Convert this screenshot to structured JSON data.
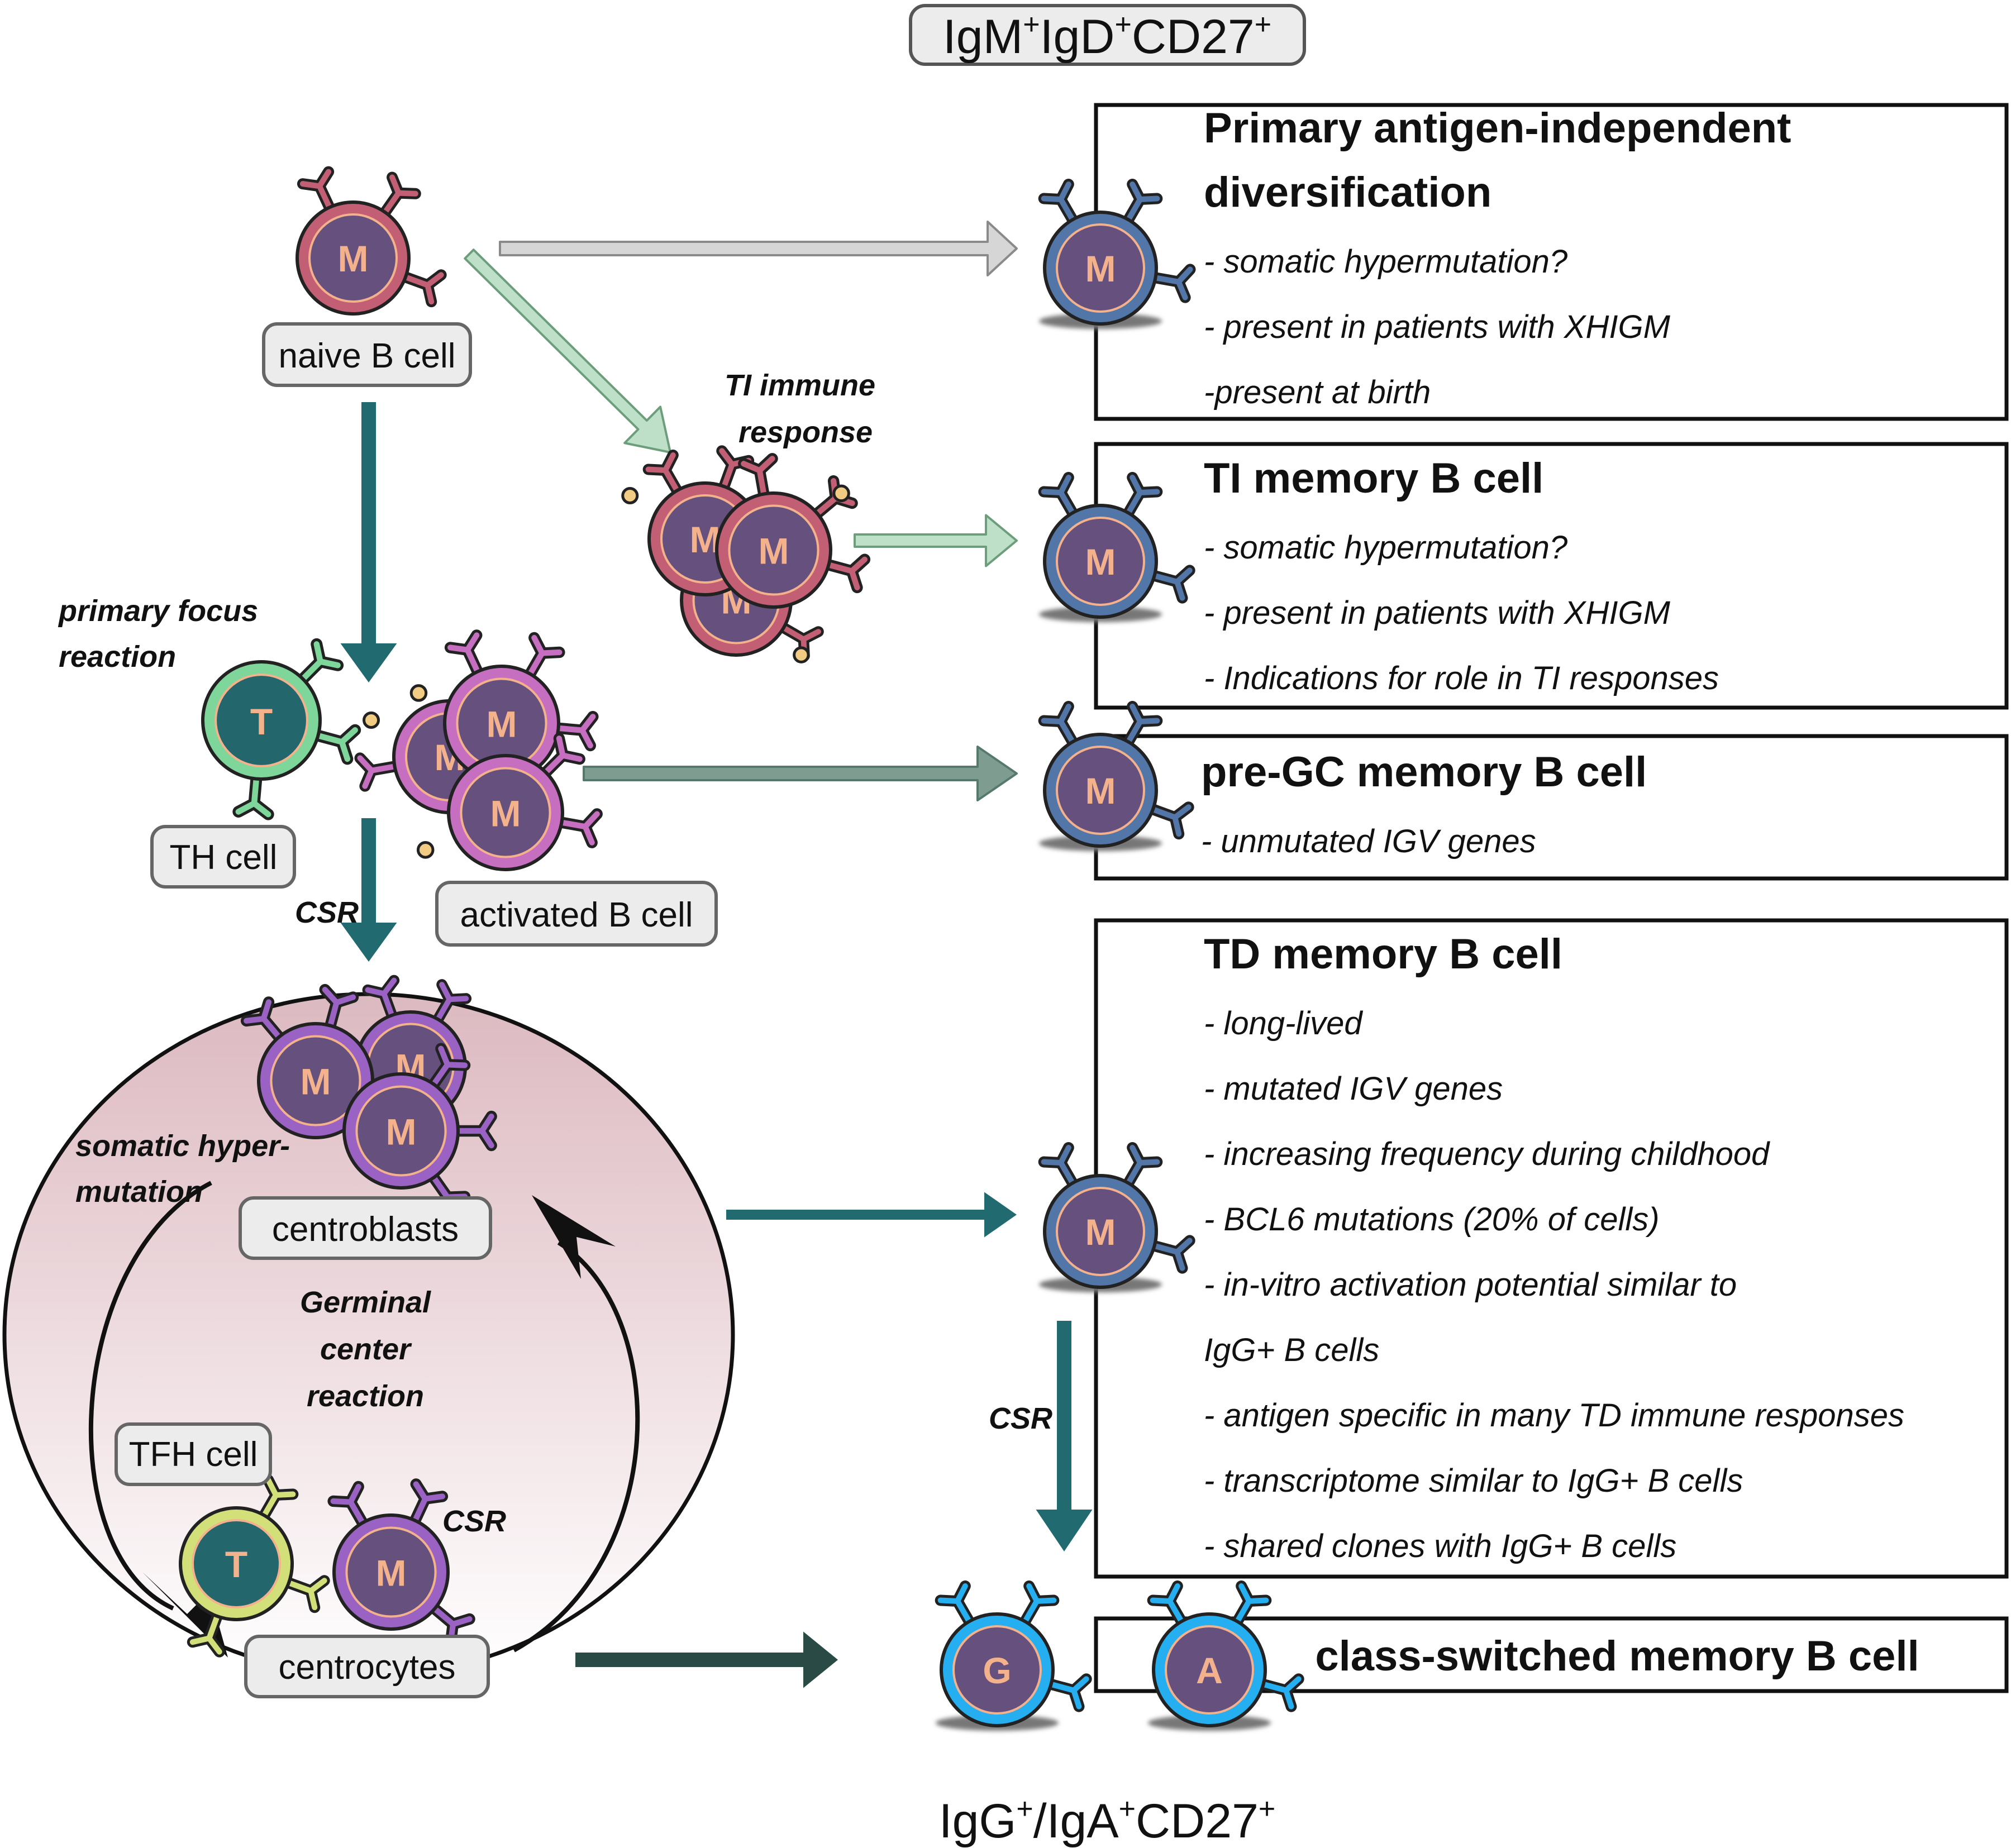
{
  "markers": {
    "top": {
      "a": "IgM",
      "b": "IgD",
      "c": "CD27",
      "sup": "+"
    },
    "bottom": {
      "a": "IgG",
      "b": "/IgA",
      "c": "CD27",
      "sup": "+"
    }
  },
  "labels": {
    "naive_b_cell": "naive B cell",
    "th_cell": "TH cell",
    "activated_b_cell": "activated B cell",
    "centroblasts": "centroblasts",
    "tfh_cell": "TFH cell",
    "centrocytes": "centrocytes"
  },
  "annotations": {
    "ti_immune_response": [
      "TI immune",
      "response"
    ],
    "primary_focus_reaction": [
      "primary focus",
      "reaction"
    ],
    "csr_left": "CSR",
    "csr_gc": "CSR",
    "csr_right": "CSR",
    "somatic_hypermutation": [
      "somatic hyper-",
      "mutation"
    ],
    "germinal_center_reaction": [
      "Germinal",
      "center",
      "reaction"
    ]
  },
  "cell_letters": {
    "memory": "M",
    "t_cell": "T",
    "igg": "G",
    "iga": "A"
  },
  "boxes": {
    "primary": {
      "title": [
        "Primary antigen-independent",
        "diversification"
      ],
      "items": [
        "- somatic hypermutation?",
        "- present in patients with XHIGM",
        "-present at birth"
      ]
    },
    "ti_memory": {
      "title": [
        "TI memory B cell"
      ],
      "items": [
        "- somatic hypermutation?",
        "- present in patients with XHIGM",
        "- Indications for role in TI responses"
      ]
    },
    "pre_gc": {
      "title": [
        "pre-GC memory B cell"
      ],
      "items": [
        "- unmutated IGV genes"
      ]
    },
    "td_memory": {
      "title": [
        "TD memory B cell"
      ],
      "items": [
        "- long-lived",
        "- mutated IGV genes",
        "- increasing frequency during childhood",
        "- BCL6 mutations (20% of cells)",
        "- in-vitro activation potential similar to",
        "  IgG+ B cells",
        "- antigen specific in many TD immune responses",
        "- transcriptome similar to IgG+ B cells",
        "- shared clones with IgG+ B cells"
      ]
    },
    "class_switched": {
      "title": [
        "class-switched memory B cell"
      ],
      "items": []
    }
  },
  "colors": {
    "naive": "#c25f74",
    "activated": "#c66fc0",
    "gc_cell": "#9a62c2",
    "memory": "#5276a8",
    "switched": "#25aef0",
    "th_ring": "#7ed69a",
    "tfh_ring": "#d3e07a",
    "nucleus": "#66507e",
    "t_nucleus": "#23666b",
    "letter": "#f4b28c",
    "arrow_dark": "#216b70",
    "arrow_pale": "#bfe0c8",
    "arrow_grey": "#d6d6d6",
    "gc_fill_top": "#dcb9c0"
  }
}
